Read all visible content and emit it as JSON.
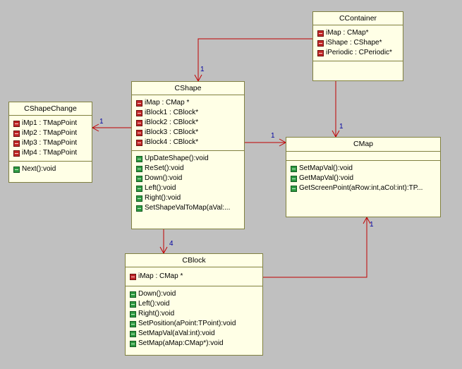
{
  "classes": {
    "ccontainer": {
      "name": "CContainer",
      "attributes": [
        "iMap : CMap*",
        "iShape : CShape*",
        "iPeriodic : CPeriodic*"
      ],
      "operations": []
    },
    "cshape": {
      "name": "CShape",
      "attributes": [
        "iMap : CMap *",
        "iBlock1 : CBlock*",
        "iBlock2 : CBlock*",
        "iBlock3 : CBlock*",
        "iBlock4 : CBlock*"
      ],
      "operations": [
        "UpDateShape():void",
        "ReSet():void",
        "Down():void",
        "Left():void",
        "Right():void",
        "SetShapeValToMap(aVal:..."
      ]
    },
    "cshapechange": {
      "name": "CShapeChange",
      "attributes": [
        "iMp1 : TMapPoint",
        "iMp2 : TMapPoint",
        "iMp3 : TMapPoint",
        "iMp4 : TMapPoint"
      ],
      "operations": [
        "Next():void"
      ]
    },
    "cmap": {
      "name": "CMap",
      "attributes": [],
      "operations": [
        "SetMapVal():void",
        "GetMapVal():void",
        "GetScreenPoint(aRow:int,aCol:int):TP..."
      ]
    },
    "cblock": {
      "name": "CBlock",
      "attributes": [
        "iMap : CMap *"
      ],
      "operations": [
        "Down():void",
        "Left():void",
        "Right():void",
        "SetPosition(aPoint:TPoint):void",
        "SetMapVal(aVal:int):void",
        "SetMap(aMap:CMap*):void"
      ]
    }
  },
  "multiplicities": {
    "container_to_shape": "1",
    "container_to_map": "1",
    "shape_to_shapechange": "1",
    "shape_to_map": "1",
    "shape_to_block": "4",
    "block_to_map": "1"
  },
  "colors": {
    "background": "#c0c0c0",
    "class_fill": "#ffffe6",
    "class_border": "#808040",
    "connector": "#c00000",
    "multiplicity": "#0000a0"
  }
}
